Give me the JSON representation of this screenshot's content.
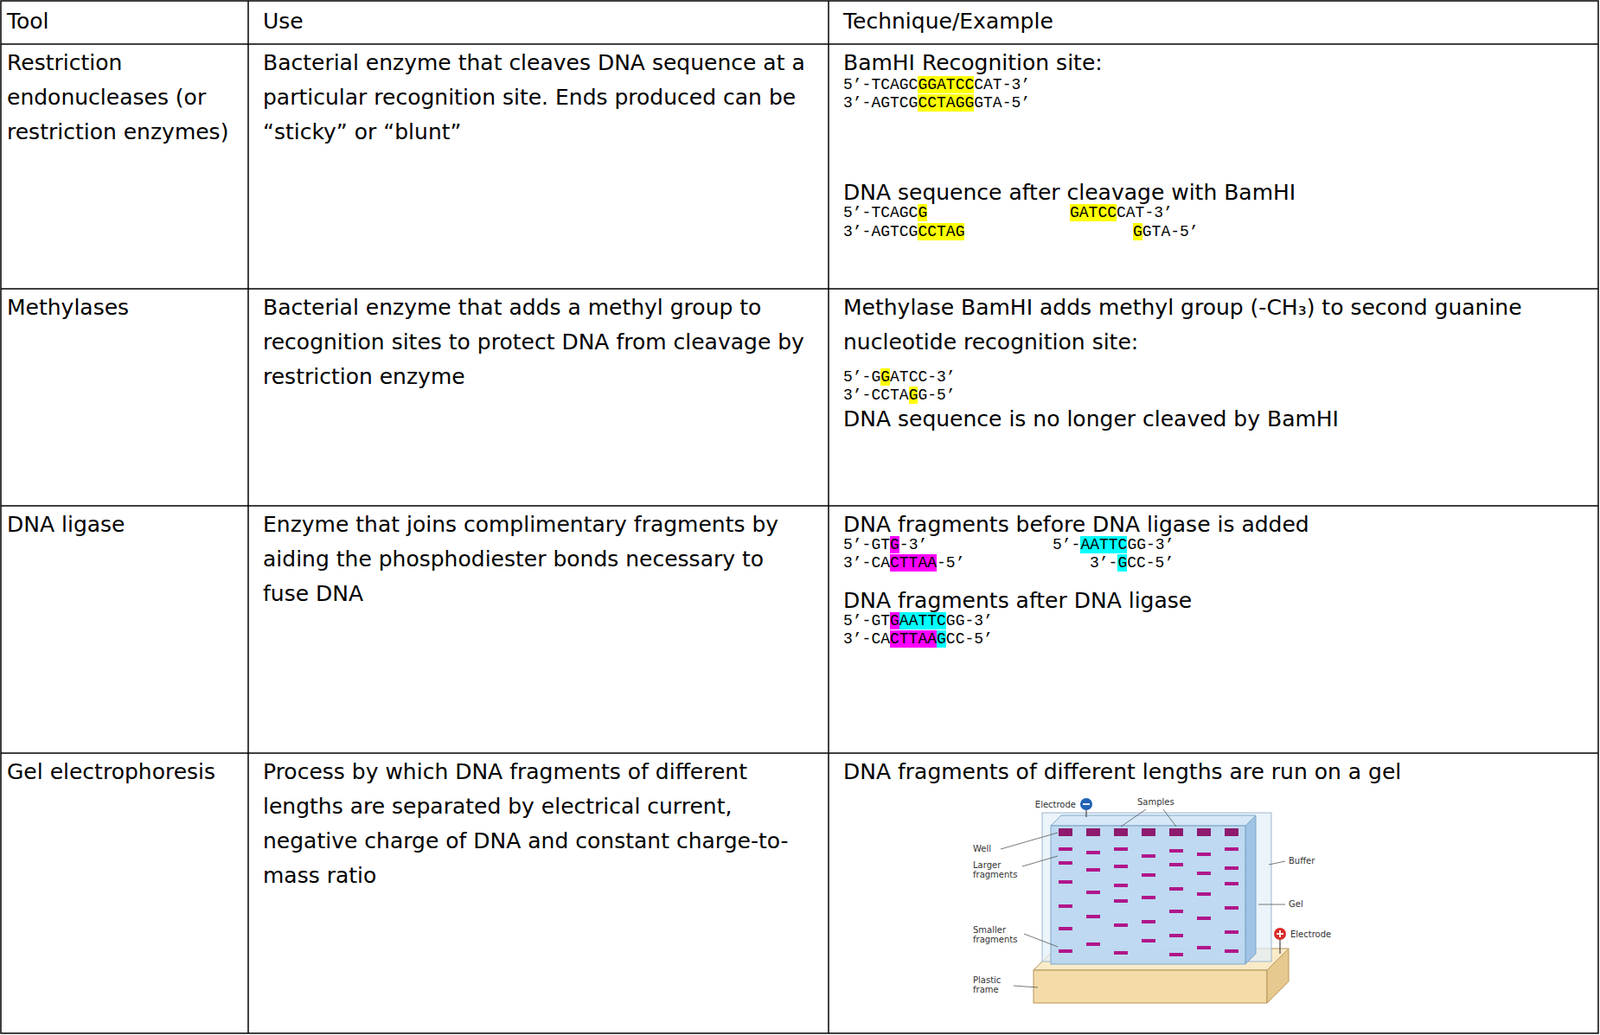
{
  "diagram": {
    "labels": [
      "Tool",
      "Use",
      "Technique/Example",
      "Restriction endonucleases (or restriction enzymes)",
      "Bacterial enzyme that cleaves DNA sequence at a particular recognition site. Ends produced can be “sticky” or “blunt”",
      "BamHI Recognition site:",
      "5’-TCAGC",
      "GGATCC",
      "CAT-3’",
      "3’-AGTCG",
      "CCTAGG",
      "GTA-5’",
      "DNA sequence after cleavage with BamHI",
      "5’-TCAGC",
      "G",
      "GATCC",
      "CAT-3’",
      "3’-AGTCG",
      "CCTAG",
      "G",
      "GTA-5’",
      "Methylases",
      "Bacterial enzyme that adds a methyl group to recognition sites to protect DNA from cleavage by restriction enzyme",
      "Methylase BamHI adds methyl group (-CH₃) to second guanine nucleotide recognition site:",
      "5’-G",
      "G",
      "ATCC-3’",
      "3’-CCTA",
      "G",
      "G-5’",
      "DNA sequence is no longer cleaved by BamHI",
      "DNA ligase",
      "Enzyme that joins complimentary fragments by aiding the phosphodiester bonds necessary to fuse DNA",
      "DNA fragments before DNA ligase is added",
      "5’-GT",
      "G",
      "-3’",
      "5’-",
      "AATTC",
      "GG-3’",
      "3’-CA",
      "CTTAA",
      "-5’",
      "3’-",
      "G",
      "CC-5’",
      "DNA fragments after DNA ligase",
      "5’-GT",
      "G",
      "AATTC",
      "GG-3’",
      "3’-CA",
      "CTTAA",
      "G",
      "CC-5’",
      "Gel electrophoresis",
      "Process by which DNA fragments of different lengths are separated by electrical current, negative charge of DNA and constant charge-to-mass ratio",
      "DNA fragments of different lengths are run on a gel",
      "Electrode",
      "Samples",
      "Well",
      "Larger fragments",
      "Buffer",
      "Gel",
      "Smaller fragments",
      "Electrode",
      "Plastic frame"
    ]
  }
}
